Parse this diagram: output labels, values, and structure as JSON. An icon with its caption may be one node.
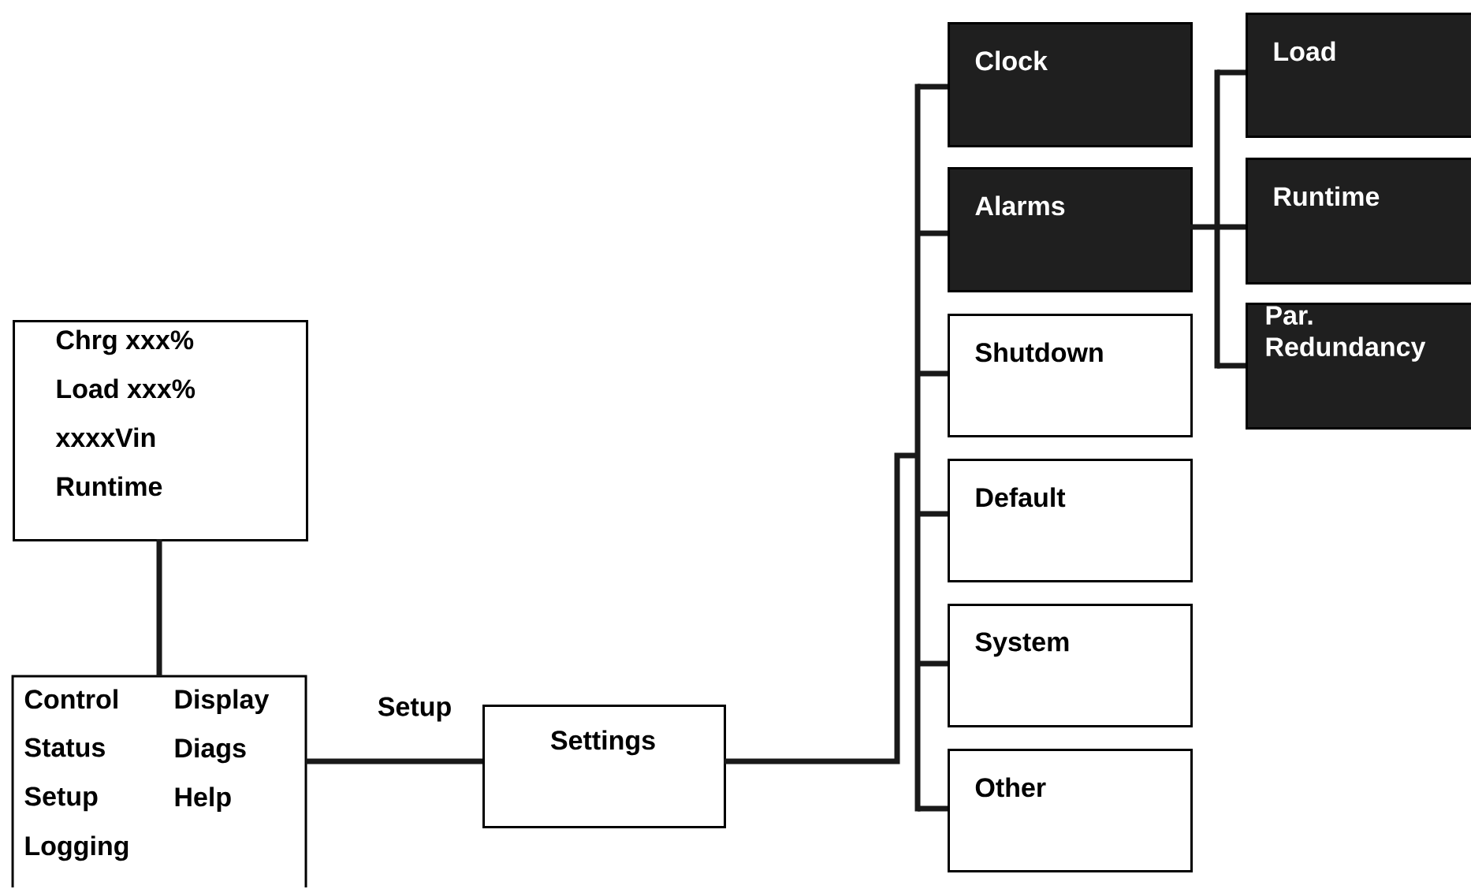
{
  "diagram": {
    "nodes": [
      {
        "text": [
          "Chrg xxx%",
          "Load xxx%",
          "xxxxVin",
          "Runtime"
        ]
      },
      {
        "text": [
          "Control",
          "Display",
          "Status",
          "Diags",
          "Setup",
          "Help",
          "Logging"
        ]
      },
      {
        "text": [
          "Settings"
        ]
      },
      {
        "text": [
          "Clock"
        ]
      },
      {
        "text": [
          "Alarms"
        ]
      },
      {
        "text": [
          "Shutdown"
        ]
      },
      {
        "text": [
          "Default"
        ]
      },
      {
        "text": [
          "System"
        ]
      },
      {
        "text": [
          "Other"
        ]
      },
      {
        "text": [
          "Load"
        ]
      },
      {
        "text": [
          "Runtime"
        ]
      },
      {
        "text": [
          "Par. Redundancy"
        ]
      }
    ],
    "edges": [
      {
        "from": 0,
        "to": 1,
        "arrow": "none"
      },
      {
        "from": 1,
        "to": 2,
        "arrow": "none",
        "label": "Setup"
      },
      {
        "from": 2,
        "to": 3,
        "arrow": "none"
      },
      {
        "from": 2,
        "to": 4,
        "arrow": "none"
      },
      {
        "from": 2,
        "to": 5,
        "arrow": "none"
      },
      {
        "from": 2,
        "to": 6,
        "arrow": "none"
      },
      {
        "from": 2,
        "to": 7,
        "arrow": "none"
      },
      {
        "from": 2,
        "to": 8,
        "arrow": "none"
      },
      {
        "from": 4,
        "to": 9,
        "arrow": "none"
      },
      {
        "from": 4,
        "to": 10,
        "arrow": "none"
      },
      {
        "from": 4,
        "to": 11,
        "arrow": "none"
      }
    ]
  }
}
